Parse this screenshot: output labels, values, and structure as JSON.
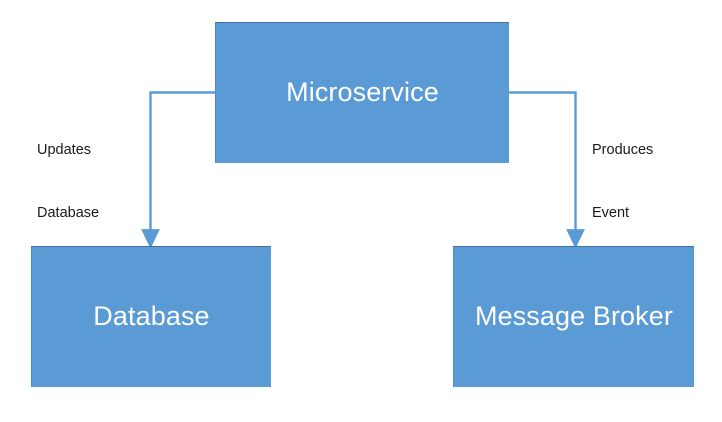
{
  "diagram": {
    "type": "flow-diagram",
    "background_color": "#FFFFFF",
    "node_fill_color": "#5B9BD5",
    "node_border_color": "#41719C",
    "node_text_color": "#FFFFFF",
    "connector_color": "#5B9BD5",
    "edge_label_color": "#1A1A1A",
    "nodes": [
      {
        "id": "microservice",
        "label": "Microservice"
      },
      {
        "id": "database",
        "label": "Database"
      },
      {
        "id": "message_broker",
        "label": "Message Broker"
      }
    ],
    "edges": [
      {
        "id": "updates_database",
        "from": "microservice",
        "to": "database",
        "label_line1": "Updates",
        "label_line2": "Database",
        "arrowhead": "arrow-down-icon"
      },
      {
        "id": "produces_event",
        "from": "microservice",
        "to": "message_broker",
        "label_line1": "Produces",
        "label_line2": "Event",
        "arrowhead": "arrow-down-icon"
      }
    ]
  }
}
